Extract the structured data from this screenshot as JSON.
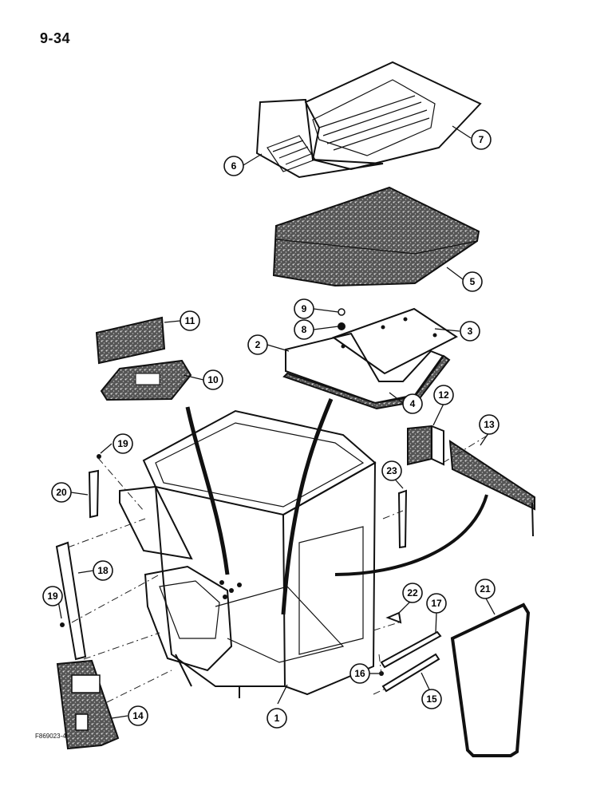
{
  "page_number": "9-34",
  "figure_code": "F869023-41",
  "callouts": {
    "c1": "1",
    "c2": "2",
    "c3": "3",
    "c4": "4",
    "c5": "5",
    "c6": "6",
    "c7": "7",
    "c8": "8",
    "c9": "9",
    "c10": "10",
    "c11": "11",
    "c12": "12",
    "c13": "13",
    "c14": "14",
    "c15": "15",
    "c16": "16",
    "c17": "17",
    "c18": "18",
    "c19a": "19",
    "c19b": "19",
    "c20": "20",
    "c21": "21",
    "c22": "22",
    "c23": "23"
  }
}
